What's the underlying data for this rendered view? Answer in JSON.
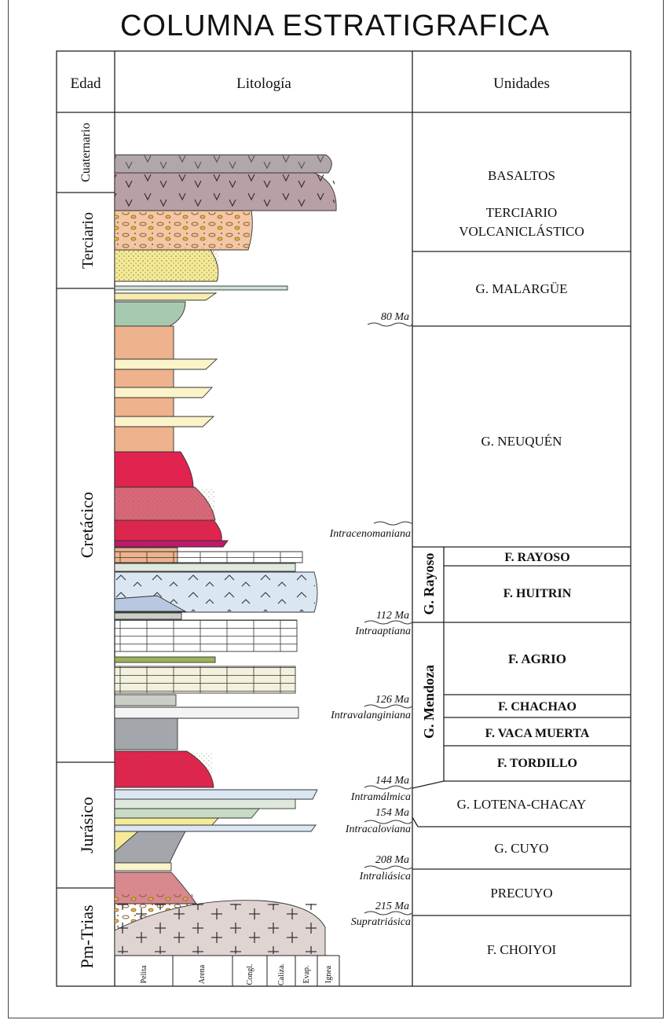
{
  "title": "COLUMNA ESTRATIGRAFICA",
  "headers": {
    "age": "Edad",
    "lithology": "Litología",
    "units": "Unidades"
  },
  "ages": [
    {
      "key": "cuaternario",
      "label": "Cuaternario"
    },
    {
      "key": "terciario",
      "label": "Terciario"
    },
    {
      "key": "cretacico",
      "label": "Cretácico"
    },
    {
      "key": "jurasico",
      "label": "Jurásico"
    },
    {
      "key": "pmtrias",
      "label": "Pm-Trias"
    }
  ],
  "groups": {
    "rayoso": "G. Rayoso",
    "mendoza": "G. Mendoza"
  },
  "units": [
    {
      "key": "basaltos",
      "label": "BASALTOS",
      "bold": false
    },
    {
      "key": "terciario-volc-1",
      "label": "TERCIARIO",
      "bold": false
    },
    {
      "key": "terciario-volc-2",
      "label": "VOLCANICLÁSTICO",
      "bold": false
    },
    {
      "key": "malargue",
      "label": "G. MALARGÜE",
      "bold": false
    },
    {
      "key": "neuquen",
      "label": "G. NEUQUÉN",
      "bold": false
    },
    {
      "key": "rayoso",
      "label": "F. RAYOSO",
      "bold": true
    },
    {
      "key": "huitrin",
      "label": "F. HUITRIN",
      "bold": true
    },
    {
      "key": "agrio",
      "label": "F. AGRIO",
      "bold": true
    },
    {
      "key": "chachao",
      "label": "F. CHACHAO",
      "bold": true
    },
    {
      "key": "vaca-muerta",
      "label": "F. VACA MUERTA",
      "bold": true
    },
    {
      "key": "tordillo",
      "label": "F. TORDILLO",
      "bold": true
    },
    {
      "key": "lotena",
      "label": "G. LOTENA-CHACAY",
      "bold": false
    },
    {
      "key": "cuyo",
      "label": "G. CUYO",
      "bold": false
    },
    {
      "key": "precuyo",
      "label": "PRECUYO",
      "bold": false
    },
    {
      "key": "choiyoi",
      "label": "F. CHOIYOI",
      "bold": false
    }
  ],
  "unconformities": [
    {
      "key": "80ma",
      "age": "80 Ma",
      "name": ""
    },
    {
      "key": "intracenomaniana",
      "age": "",
      "name": "Intracenomaniana"
    },
    {
      "key": "112ma",
      "age": "112 Ma",
      "name": "Intraaptiana"
    },
    {
      "key": "126ma",
      "age": "126 Ma",
      "name": "Intravalanginiana"
    },
    {
      "key": "144ma",
      "age": "144 Ma",
      "name": "Intramálmica"
    },
    {
      "key": "154ma",
      "age": "154 Ma",
      "name": "Intracaloviana"
    },
    {
      "key": "208ma",
      "age": "208 Ma",
      "name": "Intraliásica"
    },
    {
      "key": "215ma",
      "age": "215 Ma",
      "name": "Supratriásica"
    }
  ],
  "grain_scale": [
    "Pelita",
    "Arena",
    "Congl.",
    "Caliza.",
    "Evap.",
    "Ignea"
  ],
  "colors": {
    "basalt": "#b2a6ad",
    "volcaniclastic": "#f4c7a4",
    "sandstone_yellow": "#f4ea97",
    "green_gray": "#a7c9b0",
    "tan": "#eeb28c",
    "red": "#e0234f",
    "light_blue": "#dbe6f3",
    "gray": "#a3a7ab",
    "cream": "#fbf3c9",
    "pink_brown": "#d7898e"
  }
}
